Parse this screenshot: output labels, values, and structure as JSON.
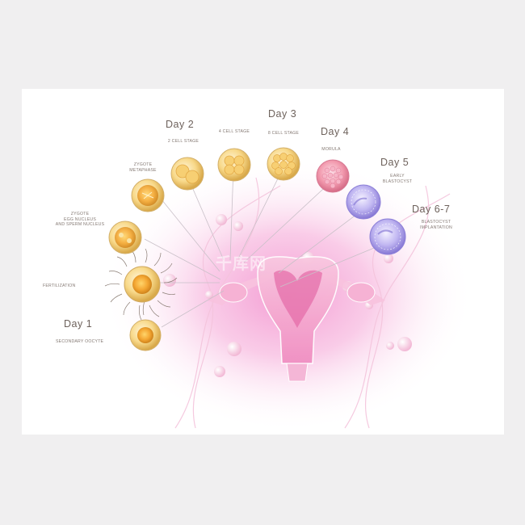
{
  "days": {
    "day1": "Day 1",
    "day2": "Day 2",
    "day3": "Day 3",
    "day4": "Day 4",
    "day5": "Day 5",
    "day67": "Day 6-7"
  },
  "stages": {
    "secondary_oocyte": "Secondary Oocyte",
    "fertilization": "Fertilization",
    "zygote_nuclei_1": "Zygote",
    "zygote_nuclei_2": "Egg nucleus",
    "zygote_nuclei_3": "and sperm nucleus",
    "zygote_metaphase_1": "Zygote",
    "zygote_metaphase_2": "Metaphase",
    "two_cell": "2 cell stage",
    "four_cell": "4 cell stage",
    "eight_cell": "8 cell stage",
    "morula": "Morula",
    "early_blastocyst_1": "Early",
    "early_blastocyst_2": "Blastocyst",
    "blastocyst_implantation_1": "Blastocyst",
    "blastocyst_implantation_2": "Implantation"
  },
  "watermark": "千库网",
  "colors": {
    "yellow_cell": "#f6c75a",
    "orange_cell": "#f0a030",
    "pink_cell": "#f18aa8",
    "violet_cell": "#a99be6",
    "uterus": "#f4b4d4",
    "glow": "#f6a6d6"
  }
}
